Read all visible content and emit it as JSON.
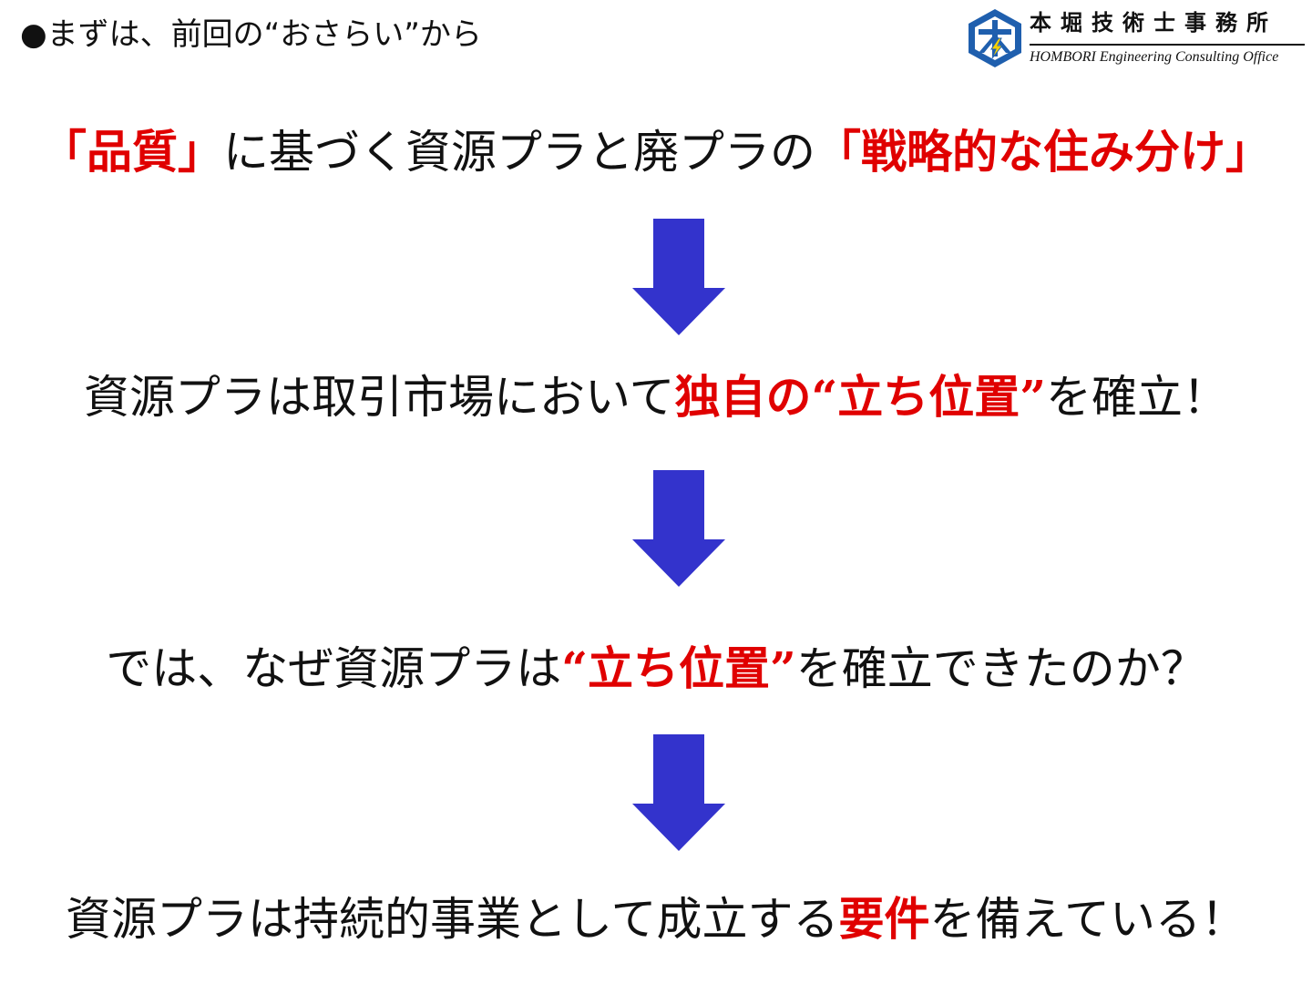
{
  "header": {
    "label": "●まずは、前回の“おさらい”から"
  },
  "logo": {
    "name_jp": "本堀技術士事務所",
    "name_en": "HOMBORI Engineering Consulting Office",
    "icon": "hombori-logo-icon",
    "colors": {
      "hex": "#1f5fae",
      "bolt": "#f5d000"
    }
  },
  "lines": [
    {
      "parts": [
        {
          "text": "「品質」",
          "emphasis": true
        },
        {
          "text": "に基づく資源プラと廃プラの",
          "emphasis": false
        },
        {
          "text": "「戦略的な住み分け」",
          "emphasis": true
        }
      ]
    },
    {
      "parts": [
        {
          "text": "資源プラは取引市場において",
          "emphasis": false
        },
        {
          "text": "独自の“立ち位置”",
          "emphasis": true
        },
        {
          "text": "を確立！",
          "emphasis": false
        }
      ]
    },
    {
      "parts": [
        {
          "text": "では、なぜ資源プラは",
          "emphasis": false
        },
        {
          "text": "“立ち位置”",
          "emphasis": true
        },
        {
          "text": "を確立できたのか？",
          "emphasis": false
        }
      ]
    },
    {
      "parts": [
        {
          "text": "資源プラは持続的事業として成立する",
          "emphasis": false
        },
        {
          "text": "要件",
          "emphasis": true
        },
        {
          "text": "を備えている！",
          "emphasis": false
        }
      ]
    }
  ],
  "arrows": {
    "icon": "down-arrow-icon",
    "color": "#3333cc"
  },
  "colors": {
    "emphasis": "#e00000",
    "text": "#111111",
    "background": "#ffffff"
  }
}
